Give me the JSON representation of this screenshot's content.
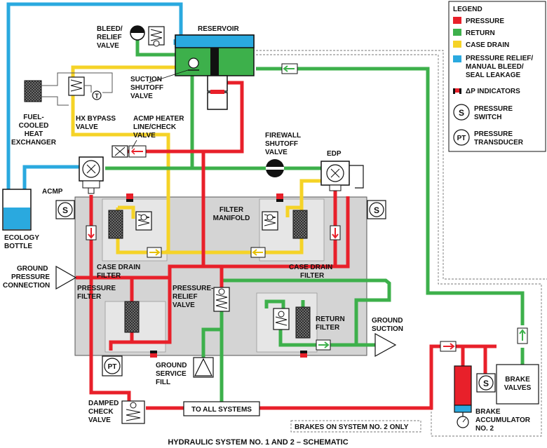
{
  "title": "HYDRAULIC SYSTEM NO. 1 AND 2 – SCHEMATIC",
  "colors": {
    "pressure": "#e8202a",
    "return": "#3db04b",
    "case_drain": "#f5d327",
    "relief": "#2aa9df",
    "manifold": "#d4d4d4",
    "line_dark": "#111111"
  },
  "legend": {
    "heading": "LEGEND",
    "pressure": "PRESSURE",
    "return": "RETURN",
    "case_drain": "CASE DRAIN",
    "relief_1": "PRESSURE RELIEF/",
    "relief_2": "MANUAL BLEED/",
    "relief_3": "SEAL LEAKAGE",
    "dp": "ΔP INDICATORS",
    "s_symbol": "S",
    "ps_1": "PRESSURE",
    "ps_2": "SWITCH",
    "pt_symbol": "PT",
    "pt_1": "PRESSURE",
    "pt_2": "TRANSDUCER"
  },
  "labels": {
    "bleed_1": "BLEED/",
    "bleed_2": "RELIEF",
    "bleed_3": "VALVE",
    "reservoir": "RESERVOIR",
    "suction_1": "SUCTION",
    "suction_2": "SHUTOFF",
    "suction_3": "VALVE",
    "fuel_1": "FUEL-",
    "fuel_2": "COOLED",
    "fuel_3": "HEAT",
    "fuel_4": "EXCHANGER",
    "hx_1": "HX BYPASS",
    "hx_2": "VALVE",
    "t_symbol": "T",
    "acmp_heater_1": "ACMP HEATER",
    "acmp_heater_2": "LINE/CHECK",
    "acmp_heater_3": "VALVE",
    "firewall_1": "FIREWALL",
    "firewall_2": "SHUTOFF",
    "firewall_3": "VALVE",
    "edp": "EDP",
    "acmp": "ACMP",
    "ecology_1": "ECOLOGY",
    "ecology_2": "BOTTLE",
    "filter_manifold_1": "FILTER",
    "filter_manifold_2": "MANIFOLD",
    "cdf_left_1": "CASE DRAIN",
    "cdf_left_2": "FILTER",
    "cdf_right_1": "CASE DRAIN",
    "cdf_right_2": "FILTER",
    "ground_pressure_1": "GROUND",
    "ground_pressure_2": "PRESSURE",
    "ground_pressure_3": "CONNECTION",
    "pressure_filter_1": "PRESSURE",
    "pressure_filter_2": "FILTER",
    "pressure_relief_1": "PRESSURE-",
    "pressure_relief_2": "RELIEF",
    "pressure_relief_3": "VALVE",
    "return_filter_1": "RETURN",
    "return_filter_2": "FILTER",
    "ground_suction_1": "GROUND",
    "ground_suction_2": "SUCTION",
    "ground_service_1": "GROUND",
    "ground_service_2": "SERVICE",
    "ground_service_3": "FILL",
    "damped_1": "DAMPED",
    "damped_2": "CHECK",
    "damped_3": "VALVE",
    "to_all_systems": "TO ALL SYSTEMS",
    "brake_valves_1": "BRAKE",
    "brake_valves_2": "VALVES",
    "brake_acc_1": "BRAKE",
    "brake_acc_2": "ACCUMULATOR",
    "brake_acc_3": "NO. 2",
    "brakes_note": "BRAKES ON SYSTEM NO. 2 ONLY",
    "s_symbol": "S",
    "pt_symbol": "PT"
  }
}
